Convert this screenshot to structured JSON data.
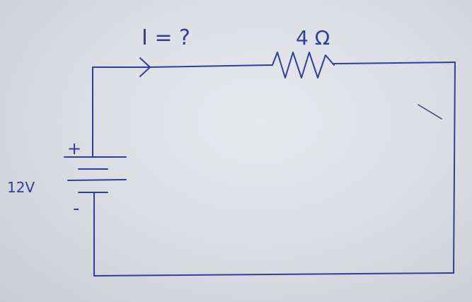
{
  "labels": {
    "current": "I = ?",
    "resistance": "4 Ω",
    "voltage": "12V",
    "plus": "+",
    "minus": "-"
  },
  "colors": {
    "ink": "#2f3f9a",
    "paper": "#e2e4e9"
  }
}
